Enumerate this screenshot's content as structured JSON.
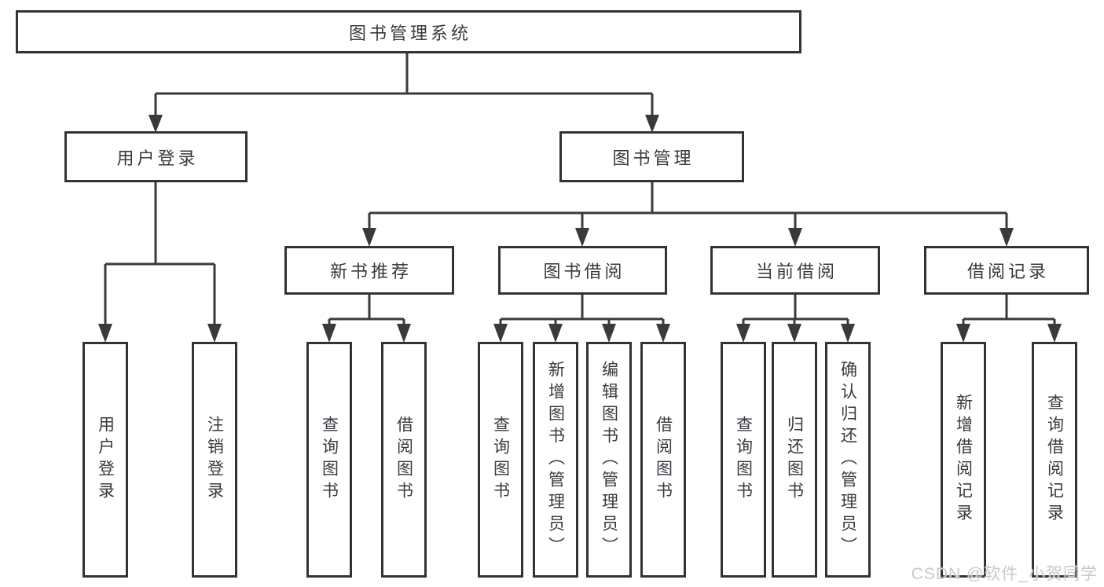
{
  "tree": {
    "root": {
      "label": "图书管理系统"
    },
    "branches": [
      {
        "label": "用户登录",
        "children": [
          {
            "label": "用户登录"
          },
          {
            "label": "注销登录"
          }
        ]
      },
      {
        "label": "图书管理",
        "children": [
          {
            "label": "新书推荐",
            "children": [
              {
                "label": "查询图书"
              },
              {
                "label": "借阅图书"
              }
            ]
          },
          {
            "label": "图书借阅",
            "children": [
              {
                "label": "查询图书"
              },
              {
                "label": "新增图书（管理员）"
              },
              {
                "label": "编辑图书（管理员）"
              },
              {
                "label": "借阅图书"
              }
            ]
          },
          {
            "label": "当前借阅",
            "children": [
              {
                "label": "查询图书"
              },
              {
                "label": "归还图书"
              },
              {
                "label": "确认归还（管理员）"
              }
            ]
          },
          {
            "label": "借阅记录",
            "children": [
              {
                "label": "新增借阅记录"
              },
              {
                "label": "查询借阅记录"
              }
            ]
          }
        ]
      }
    ]
  },
  "watermark": {
    "text": "CSDN @软件_小贺同学"
  },
  "colors": {
    "line": "#3a3a3a",
    "box_border": "#333333",
    "box_fill": "#ffffff",
    "text": "#383a3f",
    "watermark": "#c9c9c9",
    "background": "#ffffff"
  }
}
